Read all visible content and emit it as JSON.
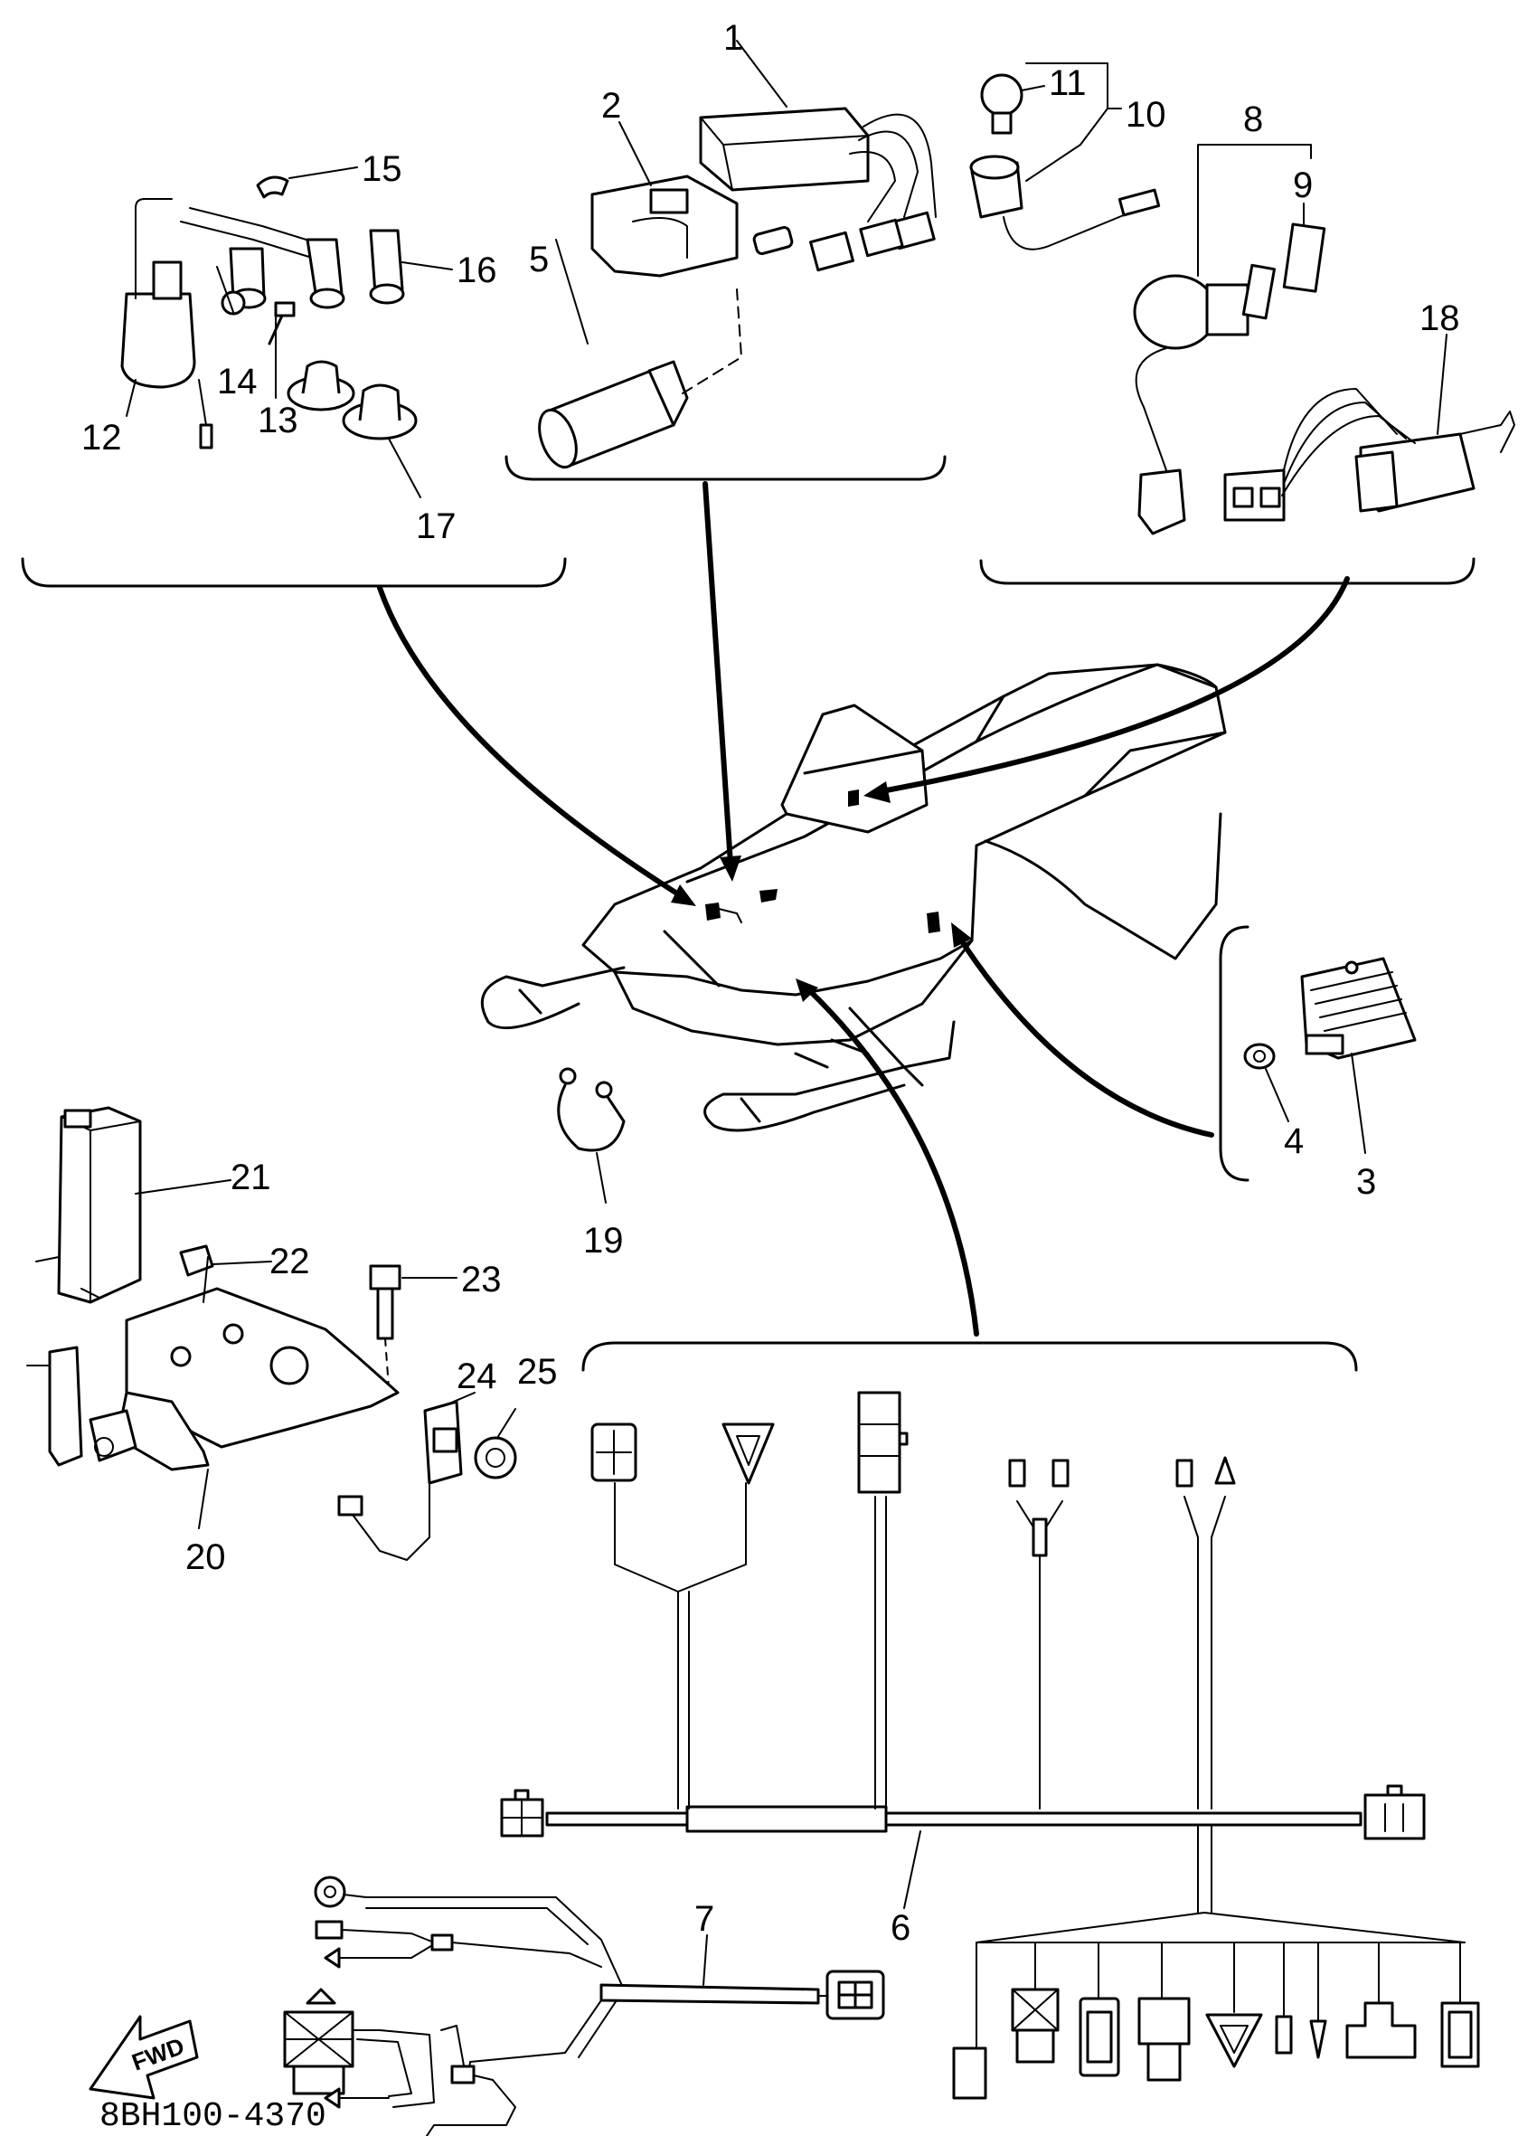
{
  "diagram_code": "8BH100-4370",
  "fwd_label": "FWD",
  "callouts": {
    "n1": "1",
    "n2": "2",
    "n3": "3",
    "n4": "4",
    "n5": "5",
    "n6": "6",
    "n7": "7",
    "n8": "8",
    "n9": "9",
    "n10": "10",
    "n11": "11",
    "n12": "12",
    "n13": "13",
    "n14": "14",
    "n15": "15",
    "n16": "16",
    "n17": "17",
    "n18": "18",
    "n19": "19",
    "n20": "20",
    "n21": "21",
    "n22": "22",
    "n23": "23",
    "n24": "24",
    "n25": "25"
  }
}
